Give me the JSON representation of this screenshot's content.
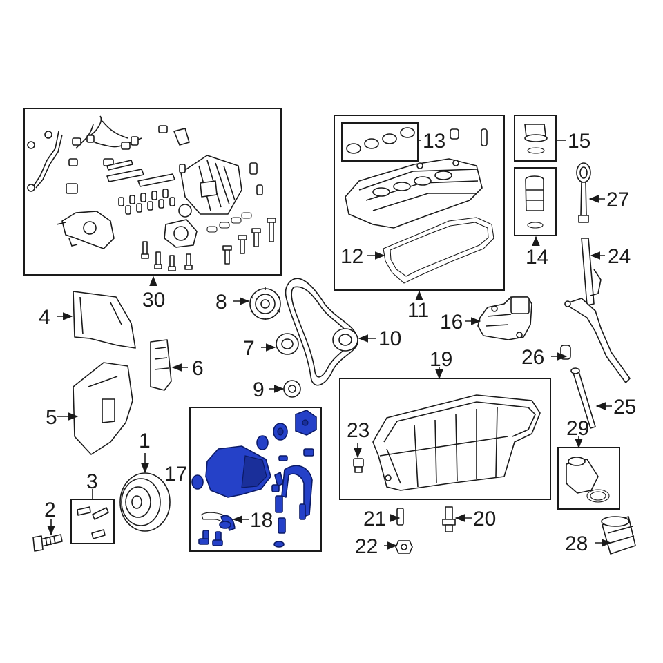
{
  "highlight_color": "#2541c8",
  "callouts": {
    "c1": "1",
    "c2": "2",
    "c3": "3",
    "c4": "4",
    "c5": "5",
    "c6": "6",
    "c7": "7",
    "c8": "8",
    "c9": "9",
    "c10": "10",
    "c11": "11",
    "c12": "12",
    "c13": "13",
    "c14": "14",
    "c15": "15",
    "c16": "16",
    "c17": "17",
    "c18": "18",
    "c19": "19",
    "c20": "20",
    "c21": "21",
    "c22": "22",
    "c23": "23",
    "c24": "24",
    "c25": "25",
    "c26": "26",
    "c27": "27",
    "c28": "28",
    "c29": "29",
    "c30": "30"
  }
}
